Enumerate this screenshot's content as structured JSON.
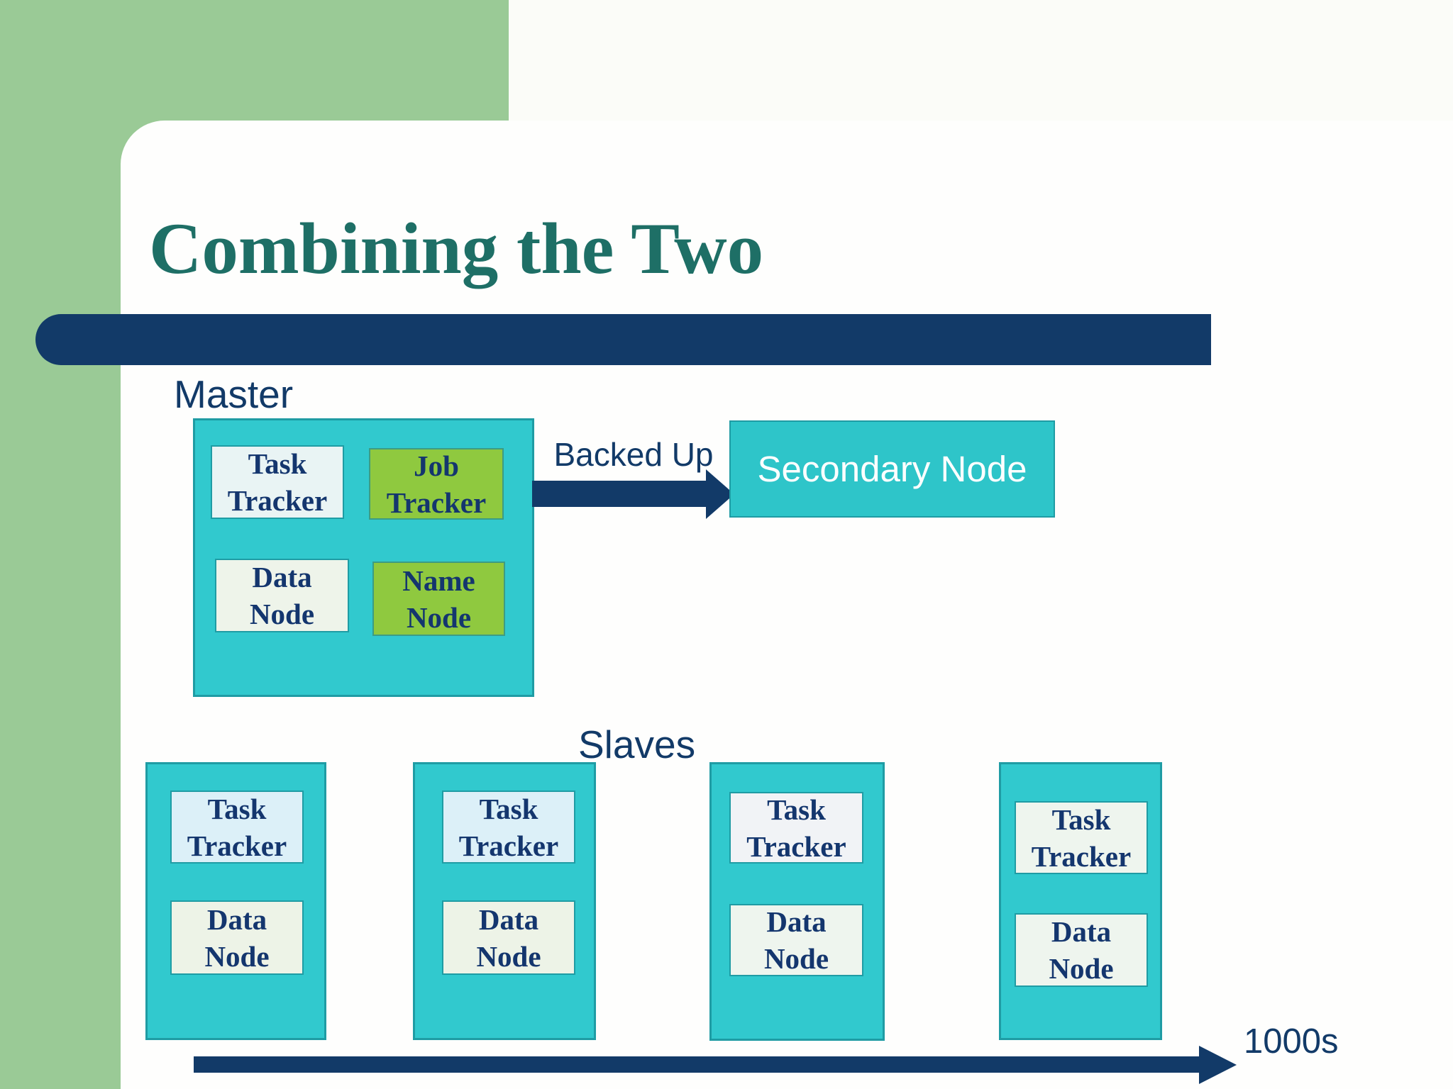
{
  "slide": {
    "title": "Combining the Two",
    "labels": {
      "master": "Master",
      "slaves": "Slaves",
      "backed_up": "Backed Up",
      "thousands": "1000s"
    },
    "master": {
      "task_tracker": {
        "lines": [
          "Task",
          "Tracker"
        ]
      },
      "job_tracker": {
        "lines": [
          "Job",
          "Tracker"
        ]
      },
      "data_node": {
        "lines": [
          "Data",
          "Node"
        ]
      },
      "name_node": {
        "lines": [
          "Name",
          "Node"
        ]
      }
    },
    "secondary": {
      "label": "Secondary Node"
    },
    "slaves": [
      {
        "task": {
          "lines": [
            "Task",
            "Tracker"
          ]
        },
        "data": {
          "lines": [
            "Data",
            "Node"
          ]
        }
      },
      {
        "task": {
          "lines": [
            "Task",
            "Tracker"
          ]
        },
        "data": {
          "lines": [
            "Data",
            "Node"
          ]
        }
      },
      {
        "task": {
          "lines": [
            "Task",
            "Tracker"
          ]
        },
        "data": {
          "lines": [
            "Data",
            "Node"
          ]
        }
      },
      {
        "task": {
          "lines": [
            "Task",
            "Tracker"
          ]
        },
        "data": {
          "lines": [
            "Data",
            "Node"
          ]
        }
      }
    ],
    "colors": {
      "background_green": "#9ACA96",
      "navy": "#123A68",
      "title_teal": "#1E6F66",
      "teal_fill": "#31C9CE",
      "teal_border": "#1F9CA4",
      "green_fill": "#8FC93F",
      "light_cyan": "#DCF0F8",
      "light_sage": "#EDF3E7",
      "secondary_text": "#FFFFFF"
    }
  }
}
